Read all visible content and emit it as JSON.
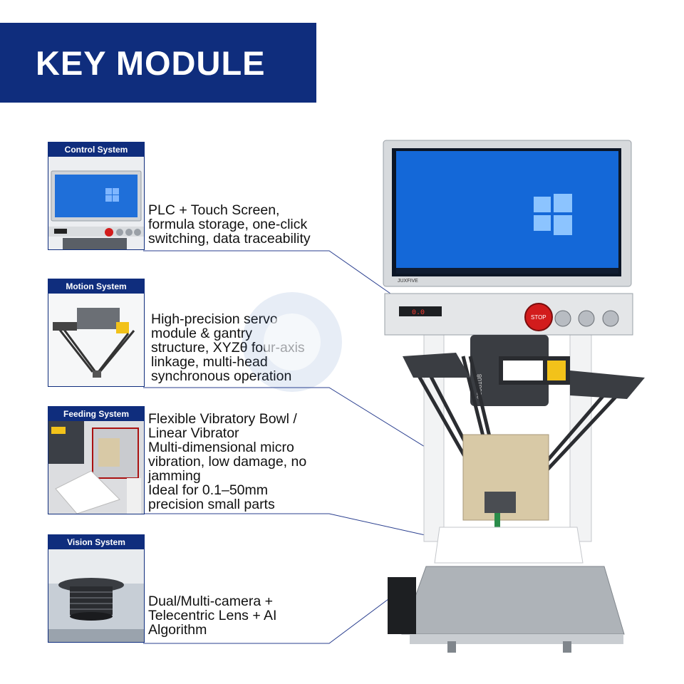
{
  "title": "KEY MODULE",
  "colors": {
    "brand_blue": "#0f2d7d",
    "screen_blue": "#1468d8",
    "stop_red": "#d21c1c"
  },
  "modules": [
    {
      "label": "Control System",
      "description": "PLC + Touch Screen,\nformula storage, one-click\nswitching, data traceability"
    },
    {
      "label": "Motion System",
      "description": "High-precision servo\nmodule & gantry\nstructure, XYZθ four-axis\nlinkage, multi-head\nsynchronous operation"
    },
    {
      "label": "Feeding System",
      "description": "Flexible Vibratory Bowl /\nLinear Vibrator\nMulti-dimensional micro\nvibration, low damage, no\njamming\nIdeal for 0.1–50mm\nprecision small parts"
    },
    {
      "label": "Vision System",
      "description": "Dual/Multi-camera +\nTelecentric Lens + AI\nAlgorithm"
    }
  ],
  "machine": {
    "display_brand": "JUXFIVE",
    "stop_button_label": "STOP",
    "counter_display": "0.0",
    "arm_label": "2508108"
  }
}
